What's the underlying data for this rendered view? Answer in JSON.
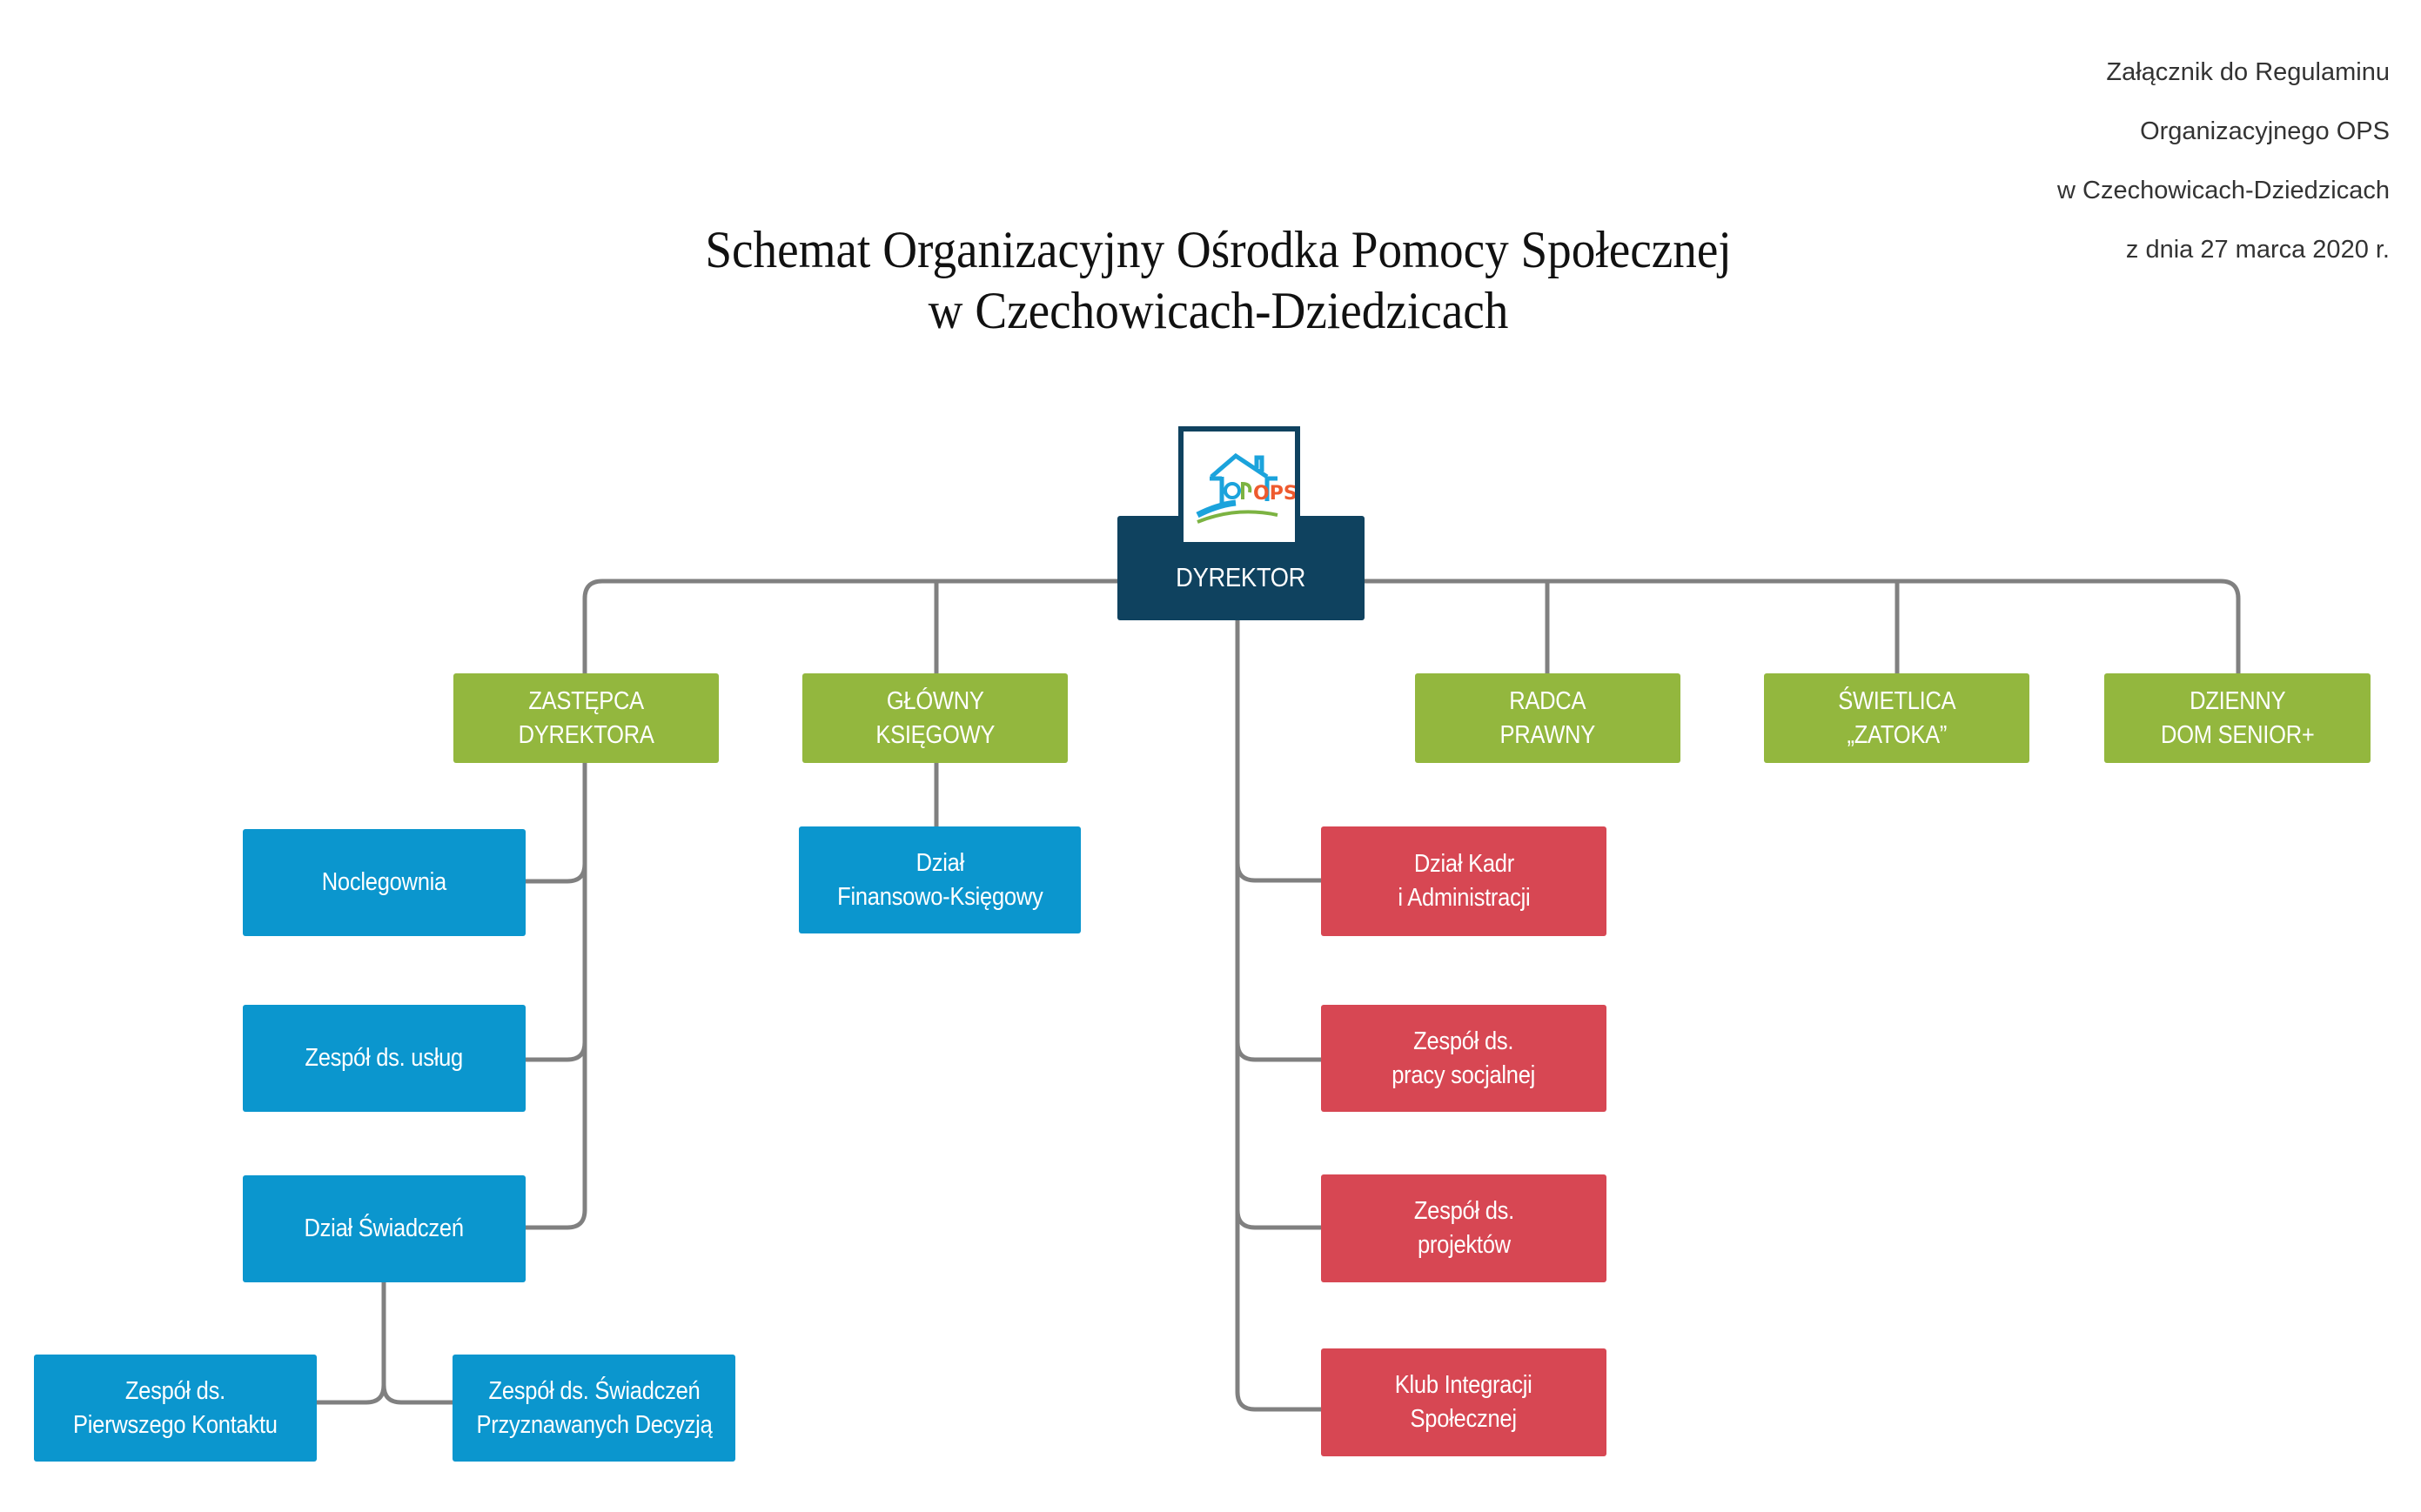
{
  "annex_note": {
    "lines": [
      "Załącznik do Regulaminu",
      "Organizacyjnego OPS",
      "w Czechowicach-Dziedzicach",
      "z dnia 27 marca 2020 r."
    ]
  },
  "title": {
    "line1": "Schemat Organizacyjny Ośrodka Pomocy Społecznej",
    "line2": "w Czechowicach-Dziedzicach"
  },
  "logo": {
    "icon": "ops-house-logo",
    "text": "OPS"
  },
  "colors": {
    "director": "#0f425f",
    "level1": "#93b73e",
    "deputy_units": "#0b96ce",
    "director_units": "#d74753",
    "connector": "#808080"
  },
  "director": {
    "label": "DYREKTOR"
  },
  "level1": [
    {
      "label": "ZASTĘPCA\nDYREKTORA"
    },
    {
      "label": "GŁÓWNY\nKSIĘGOWY"
    },
    {
      "label": "RADCA\nPRAWNY"
    },
    {
      "label": "ŚWIETLICA\n„ZATOKA”"
    },
    {
      "label": "DZIENNY\nDOM SENIOR+"
    }
  ],
  "deputy_units": [
    {
      "label": "Noclegownia"
    },
    {
      "label": "Zespół ds. usług"
    },
    {
      "label": "Dział Świadczeń"
    }
  ],
  "benefits_teams": [
    {
      "label": "Zespół ds.\nPierwszego Kontaktu"
    },
    {
      "label": "Zespół ds. Świadczeń\nPrzyznawanych  Decyzją"
    }
  ],
  "accountant_units": [
    {
      "label": "Dział\nFinansowo-Księgowy"
    }
  ],
  "director_units": [
    {
      "label": "Dział Kadr\ni Administracji"
    },
    {
      "label": "Zespół ds.\npracy socjalnej"
    },
    {
      "label": "Zespół ds.\nprojektów"
    },
    {
      "label": "Klub Integracji\nSpołecznej"
    }
  ]
}
